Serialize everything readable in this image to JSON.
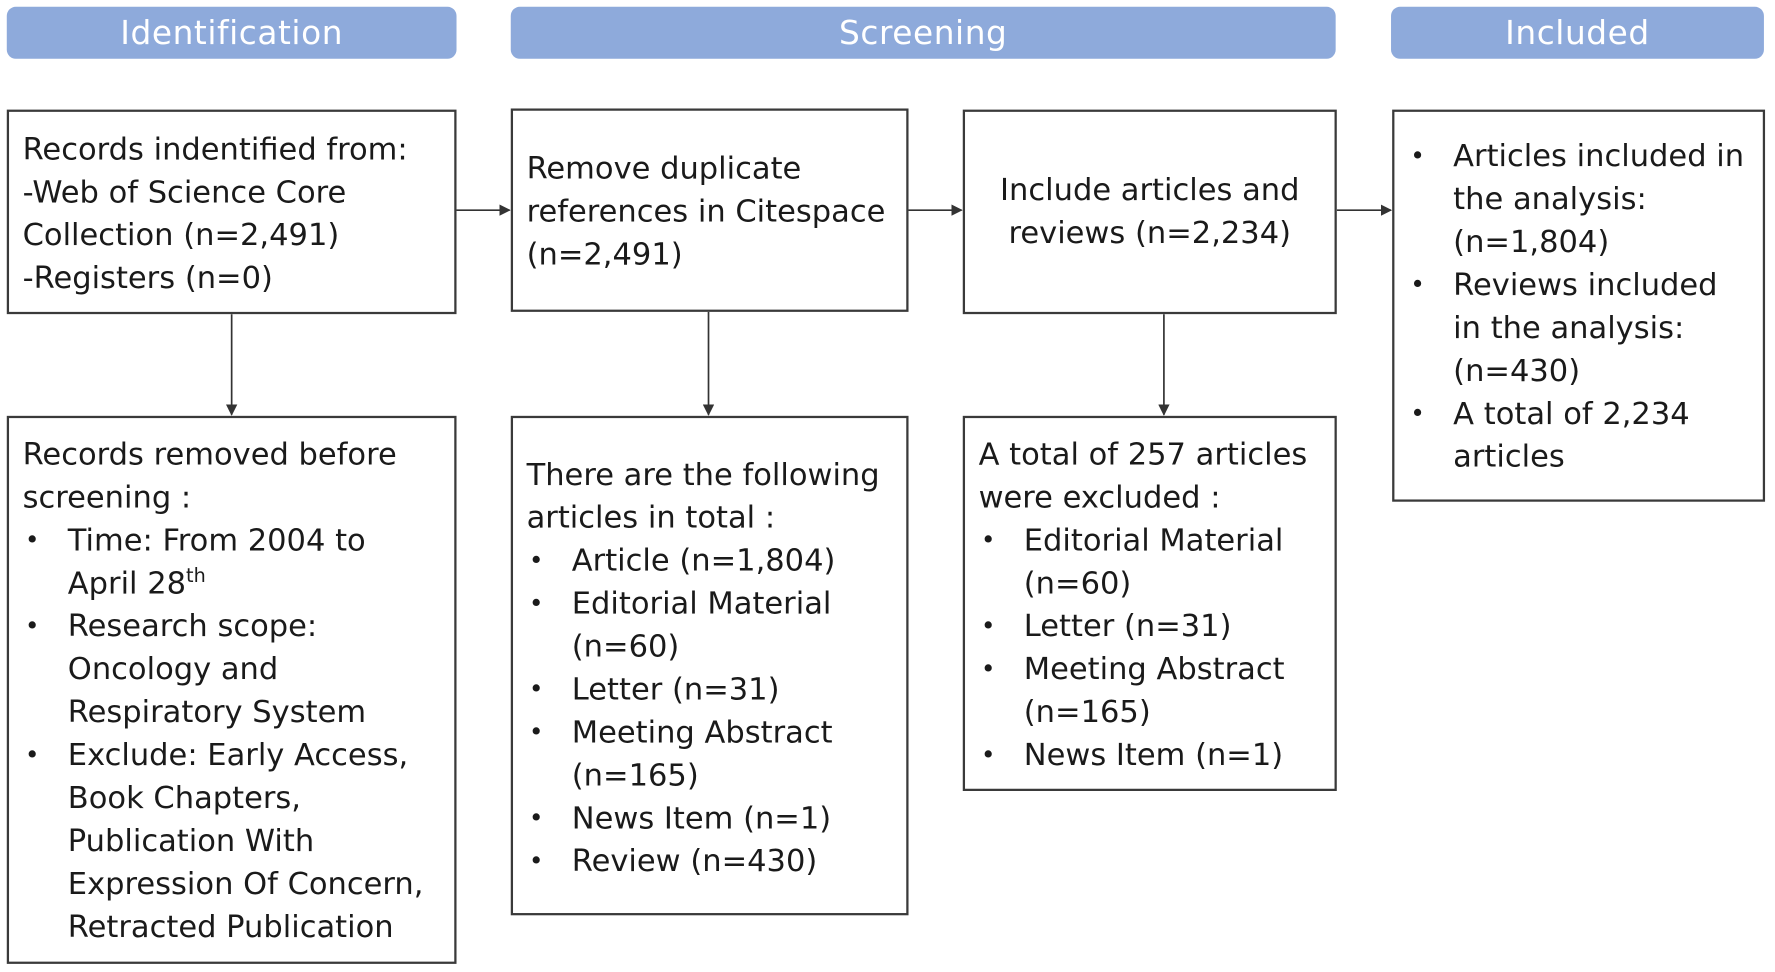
{
  "phases": {
    "identification": "Identification",
    "screening": "Screening",
    "included": "Included"
  },
  "records_identified": {
    "heading": "Records indentified from:",
    "lines": [
      "-Web of Science Core Collection (n=2,491)",
      "-Registers (n=0)"
    ]
  },
  "remove_duplicates": {
    "text": "Remove duplicate references in Citespace (n=2,491)"
  },
  "include_articles": {
    "text": "Include articles and reviews (n=2,234)"
  },
  "included_box": {
    "items": [
      "Articles included in the analysis: (n=1,804)",
      "Reviews included in the analysis: (n=430)",
      "A total of 2,234 articles"
    ]
  },
  "records_removed": {
    "heading": "Records removed before screening :",
    "item_time": "Time: From 2004 to April 28",
    "item_time_sup": "th",
    "item_scope": "Research scope: Oncology and Respiratory System",
    "item_exclude": "Exclude: Early Access, Book Chapters, Publication With Expression Of Concern, Retracted Publication"
  },
  "following_articles": {
    "heading": "There are the following articles in total :",
    "items": [
      "Article  (n=1,804)",
      "Editorial Material (n=60)",
      "Letter  (n=31)",
      "Meeting Abstract (n=165)",
      "News Item  (n=1)",
      "Review  (n=430)"
    ]
  },
  "excluded": {
    "heading": "A total of 257 articles were excluded :",
    "items": [
      "Editorial Material (n=60)",
      "Letter  (n=31)",
      "Meeting Abstract (n=165)",
      "News Item  (n=1)"
    ]
  },
  "colors": {
    "phase_header": "#8eaadb",
    "box_border": "#3a3a3a",
    "arrow": "#333333"
  }
}
